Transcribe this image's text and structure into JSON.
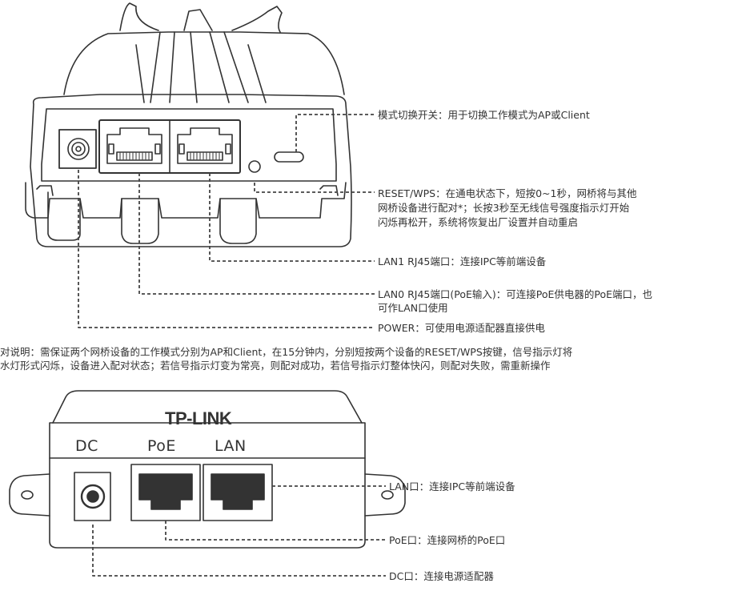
{
  "ap_callouts": {
    "mode_switch": "模式切换开关：用于切换工作模式为AP或Client",
    "reset_line1": "RESET/WPS：在通电状态下，短按0~1秒，网桥将与其他",
    "reset_line2": "网桥设备进行配对*；长按3秒至无线信号强度指示灯开始",
    "reset_line3": "闪烁再松开，系统将恢复出厂设置并自动重启",
    "lan1": "LAN1 RJ45端口：连接IPC等前端设备",
    "lan0_line1": "LAN0 RJ45端口(PoE输入)：可连接PoE供电器的PoE端口，也",
    "lan0_line2": "可作LAN口使用",
    "power": "POWER：可使用电源适配器直接供电"
  },
  "pairing_note": {
    "line1": "对说明：需保证两个网桥设备的工作模式分别为AP和Client，在15分钟内，分别短按两个设备的RESET/WPS按键，信号指示灯将",
    "line2": "水灯形式闪烁，设备进入配对状态；若信号指示灯变为常亮，则配对成功，若信号指示灯整体快闪，则配对失败，需重新操作"
  },
  "poe_injector": {
    "brand": "TP-LINK",
    "port_dc": "DC",
    "port_poe": "PoE",
    "port_lan": "LAN",
    "callout_lan": "LAN口：连接IPC等前端设备",
    "callout_poe": "PoE口：连接网桥的PoE口",
    "callout_dc": "DC口：连接电源适配器"
  }
}
